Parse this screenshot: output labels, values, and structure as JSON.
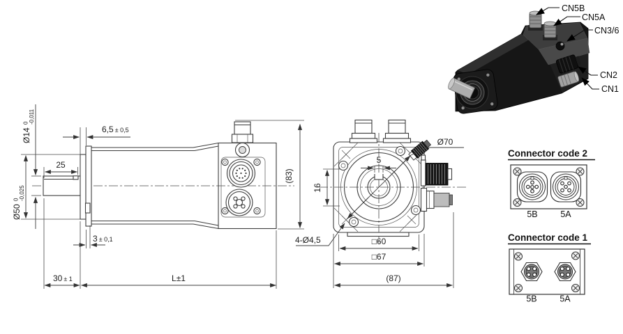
{
  "side_view": {
    "shaft_dia": "Ø14",
    "shaft_dia_tol_hi": "0",
    "shaft_dia_tol_lo": "-0,011",
    "pilot_dia": "Ø50",
    "pilot_dia_tol_hi": "0",
    "pilot_dia_tol_lo": "-0,025",
    "keyway_length": "25",
    "keyway_pos": "6,5",
    "keyway_pos_tol": "± 0,5",
    "pilot_depth": "3",
    "pilot_depth_tol": "± 0,1",
    "shaft_length": "30",
    "shaft_length_tol": "± 1",
    "body_length": "L±1",
    "overall_height": "(83)"
  },
  "front_view": {
    "keyway_width": "5",
    "connector_offset": "16",
    "bolt_circle_dia": "Ø70",
    "mounting_holes": "4-Ø4,5",
    "body_square": "□60",
    "flange_square": "□67",
    "overall_width": "(87)"
  },
  "photo": {
    "labels": {
      "cn5b": "CN5B",
      "cn5a": "CN5A",
      "cn3_6": "CN3/6",
      "cn2": "CN2",
      "cn1": "CN1"
    }
  },
  "connector_code_2": {
    "title": "Connector code 2",
    "left": "5B",
    "right": "5A"
  },
  "connector_code_1": {
    "title": "Connector code 1",
    "left": "5B",
    "right": "5A"
  },
  "colors": {
    "line": "#3c3c3c",
    "text": "#1c1c1c",
    "motor_body": "#161616"
  }
}
